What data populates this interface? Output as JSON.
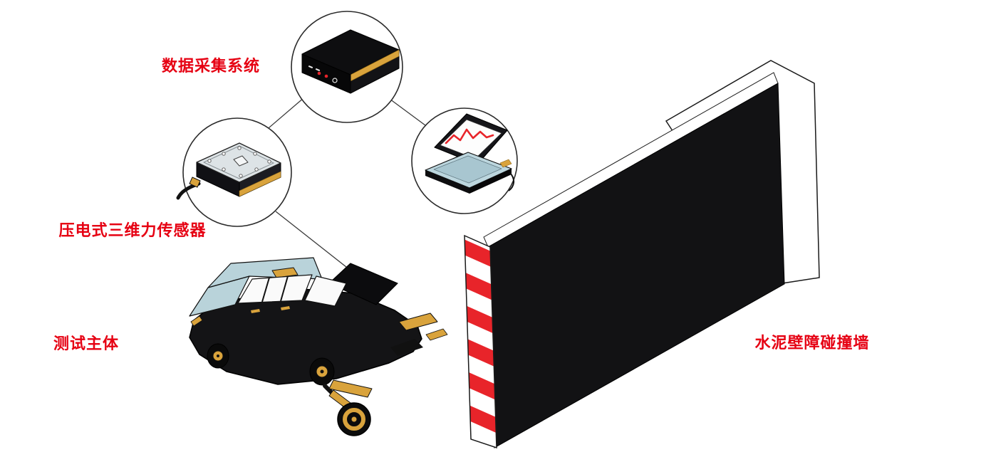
{
  "labels": {
    "data_acquisition_system": "数据采集系统",
    "piezo_triaxial_force_sensor": "压电式三维力传感器",
    "test_subject": "测试主体",
    "cement_barrier_crash_wall": "水泥壁障碰撞墙"
  },
  "colors": {
    "label_red": "#e60012",
    "stripe_red": "#e8242a",
    "waveform_red": "#e8242a",
    "wall_black": "#121214",
    "accent_gold": "#d9a33c",
    "car_blue": "#b9d3da",
    "background": "#ffffff"
  },
  "icons": {
    "daq_device": "daq-box-icon",
    "force_sensor": "force-sensor-icon",
    "laptop": "laptop-icon",
    "laptop_screen": "waveform-icon",
    "vehicle": "test-vehicle-icon",
    "wall": "crash-wall-icon"
  }
}
